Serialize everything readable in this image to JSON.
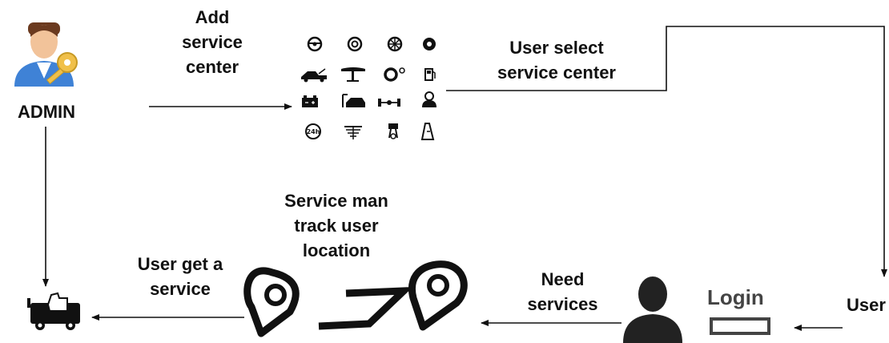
{
  "nodes": {
    "admin": {
      "label": "ADMIN"
    },
    "login": {
      "label": "Login"
    },
    "user_cut": {
      "label": "User"
    }
  },
  "edges": {
    "add_service_center": {
      "lines": [
        "Add",
        "service",
        "center"
      ]
    },
    "user_select": {
      "lines": [
        "User select",
        "service center"
      ]
    },
    "service_man_track": {
      "lines": [
        "Service man",
        "track user",
        "location"
      ]
    },
    "user_get_service": {
      "lines": [
        "User get a",
        "service"
      ]
    },
    "need_services": {
      "lines": [
        "Need",
        "services"
      ]
    }
  },
  "icons": [
    "steering-wheel-icon",
    "wheel-rim-icon",
    "alloy-wheel-icon",
    "brake-disc-icon",
    "tow-truck-icon",
    "car-lift-icon",
    "tire-icon",
    "fuel-pump-icon",
    "battery-icon",
    "car-wash-icon",
    "axle-icon",
    "mechanic-icon",
    "24-hour-service-icon",
    "spark-plug-icon",
    "piston-icon",
    "car-jack-icon"
  ],
  "colors": {
    "line": "#111111",
    "admin_shirt": "#3f82d6",
    "admin_key": "#f0c04a",
    "login_text": "#444444"
  }
}
